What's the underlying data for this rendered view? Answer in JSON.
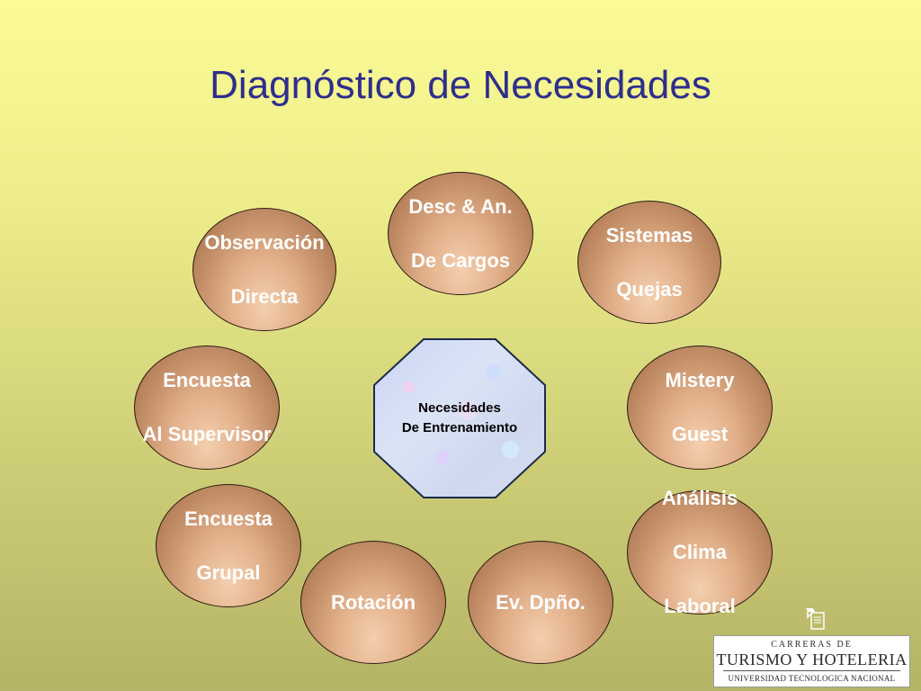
{
  "title": "Diagnóstico de Necesidades",
  "center": {
    "line1": "Necesidades",
    "line2": "De Entrenamiento"
  },
  "nodes": [
    {
      "lines": [
        "Desc & An.",
        "De Cargos"
      ]
    },
    {
      "lines": [
        "Sistemas",
        "Quejas"
      ]
    },
    {
      "lines": [
        "Mistery",
        "Guest"
      ]
    },
    {
      "lines": [
        "Análisis",
        "Clima",
        "Laboral"
      ]
    },
    {
      "lines": [
        "Ev. Dpño."
      ]
    },
    {
      "lines": [
        "Rotación"
      ]
    },
    {
      "lines": [
        "Encuesta",
        "Grupal"
      ]
    },
    {
      "lines": [
        "Encuesta",
        "Al Supervisor"
      ]
    },
    {
      "lines": [
        "Observación",
        "Directa"
      ]
    }
  ],
  "logo": {
    "line1": "CARRERAS DE",
    "line2": "TURISMO Y HOTELERIA",
    "line3": "UNIVERSIDAD TECNOLOGICA NACIONAL"
  },
  "icons": {
    "document": "document-icon"
  }
}
